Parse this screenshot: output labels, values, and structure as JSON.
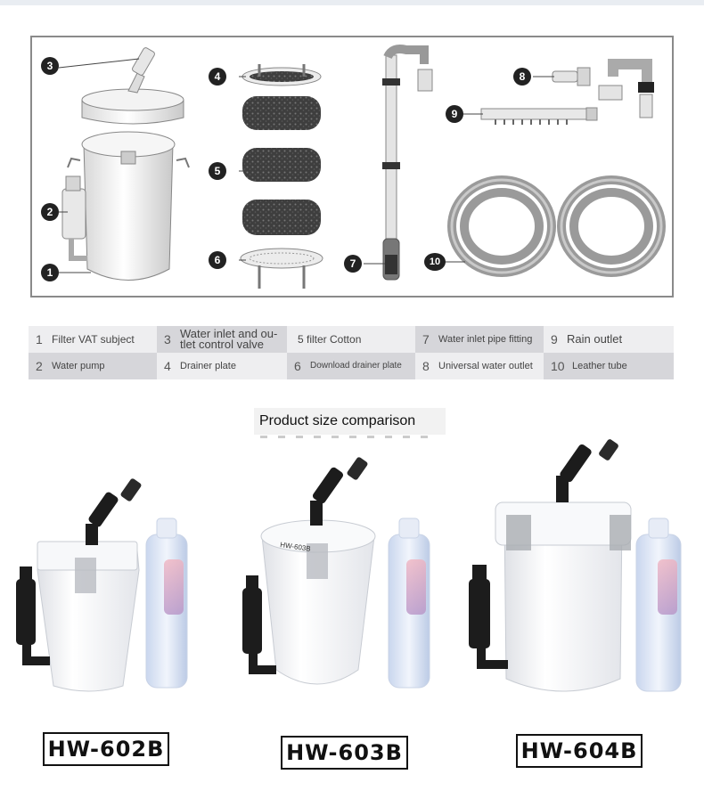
{
  "callouts": [
    "1",
    "2",
    "3",
    "4",
    "5",
    "6",
    "7",
    "8",
    "9",
    "10"
  ],
  "legend": [
    {
      "num": "1",
      "text": "Filter VAT subject"
    },
    {
      "num": "2",
      "text": "Water pump"
    },
    {
      "num": "3",
      "text": "Water inlet and ou-tlet control valve"
    },
    {
      "num": "4",
      "text": "Drainer plate"
    },
    {
      "num": "",
      "text": "5 filter Cotton"
    },
    {
      "num": "6",
      "text": "Download drainer plate"
    },
    {
      "num": "7",
      "text": "Water inlet pipe fitting"
    },
    {
      "num": "8",
      "text": "Universal water outlet"
    },
    {
      "num": "9",
      "text": "Rain outlet"
    },
    {
      "num": "10",
      "text": "Leather tube"
    }
  ],
  "comparison": {
    "title": "Product size comparison",
    "label_on_603": "HW-603B",
    "models": [
      "HW-602B",
      "HW-603B",
      "HW-604B"
    ]
  },
  "colors": {
    "table_light": "#eeeef0",
    "table_dark": "#d6d6da",
    "filter_white": "#f4f5f7",
    "pump_black": "#1c1c1c"
  }
}
